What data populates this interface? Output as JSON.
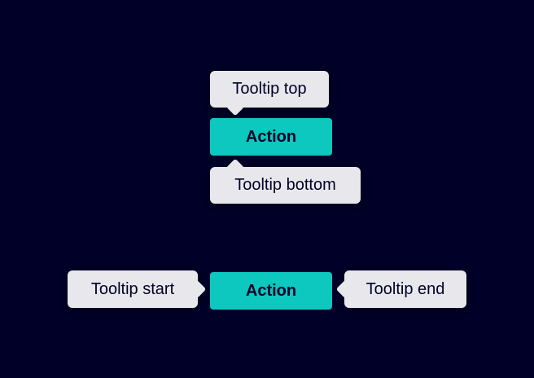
{
  "colors": {
    "background": "#000028",
    "tooltip_bg": "#e8e8ec",
    "action_bg": "#0cc8be",
    "text": "#000028"
  },
  "top_group": {
    "tooltip_top": {
      "label": "Tooltip top"
    },
    "action": {
      "label": "Action"
    },
    "tooltip_bottom": {
      "label": "Tooltip bottom"
    }
  },
  "bottom_group": {
    "tooltip_start": {
      "label": "Tooltip start"
    },
    "action": {
      "label": "Action"
    },
    "tooltip_end": {
      "label": "Tooltip end"
    }
  }
}
